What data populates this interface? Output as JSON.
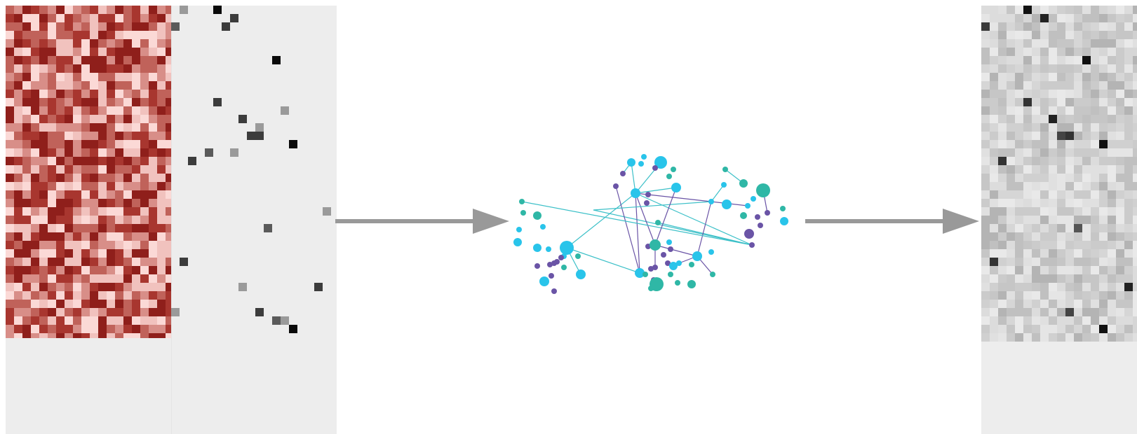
{
  "panels": {
    "input": {
      "dense_matrix": {
        "colormap": "reds",
        "colors": [
          "#8f1f1b",
          "#a8362f",
          "#c0625a",
          "#d88e88",
          "#f1c2be",
          "#fbd9d6"
        ]
      },
      "sparse_matrix": {
        "background": "#ededed",
        "cell_colors": [
          "#0a0a0a",
          "#3c3c3c",
          "#5a5a5a",
          "#9a9a9a"
        ]
      }
    },
    "output": {
      "matrix": {
        "colormap": "grays",
        "colors": [
          "#c0c0c0",
          "#cbcbcb",
          "#d6d6d6",
          "#e0e0e0",
          "#e9e9e9",
          "#b4b4b4"
        ]
      }
    }
  },
  "arrows": {
    "color": "#999999",
    "count": 2
  },
  "graph": {
    "node_colors": [
      "#29c4ea",
      "#2fb7a6",
      "#6a54a6"
    ],
    "edge_colors": [
      "#3cc0c8",
      "#6a54a6"
    ]
  }
}
